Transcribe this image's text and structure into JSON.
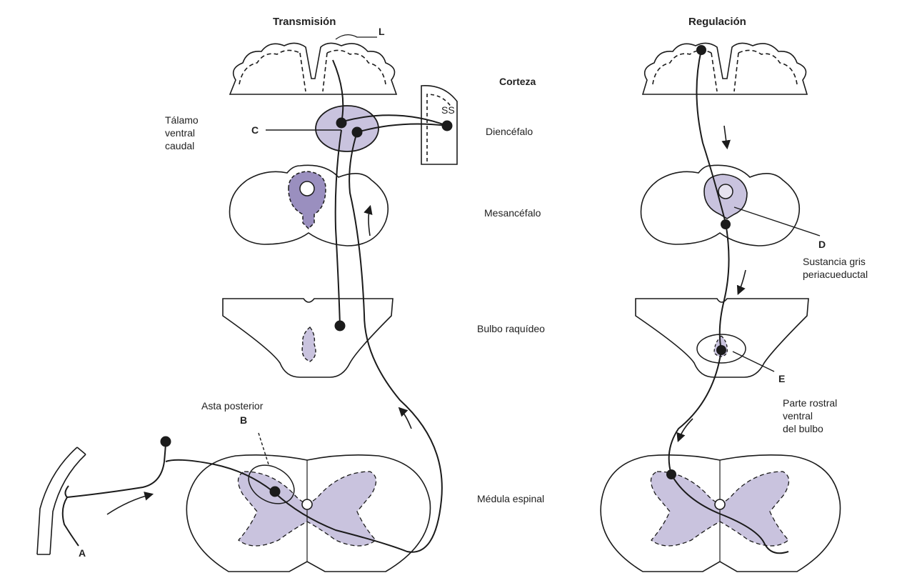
{
  "headers": {
    "left": "Transmisión",
    "right": "Regulación"
  },
  "levels": {
    "corteza": "Corteza",
    "diencefalo": "Diencéfalo",
    "mesencefalo": "Mesancéfalo",
    "bulbo": "Bulbo raquídeo",
    "medula": "Médula espinal"
  },
  "labels": {
    "A": "A",
    "B": "B",
    "C": "C",
    "D": "D",
    "E": "E",
    "L": "L",
    "SS": "SS",
    "talamo": [
      "Tálamo",
      "ventral",
      "caudal"
    ],
    "asta": "Asta posterior",
    "sustancia": [
      "Sustancia gris",
      "periacueductal"
    ],
    "parte": [
      "Parte rostral",
      "ventral",
      "del bulbo"
    ]
  },
  "colors": {
    "ink": "#1b1b1b",
    "grey_matter": "#c9c3de",
    "grey_matter_dark": "#9a8fbf"
  }
}
